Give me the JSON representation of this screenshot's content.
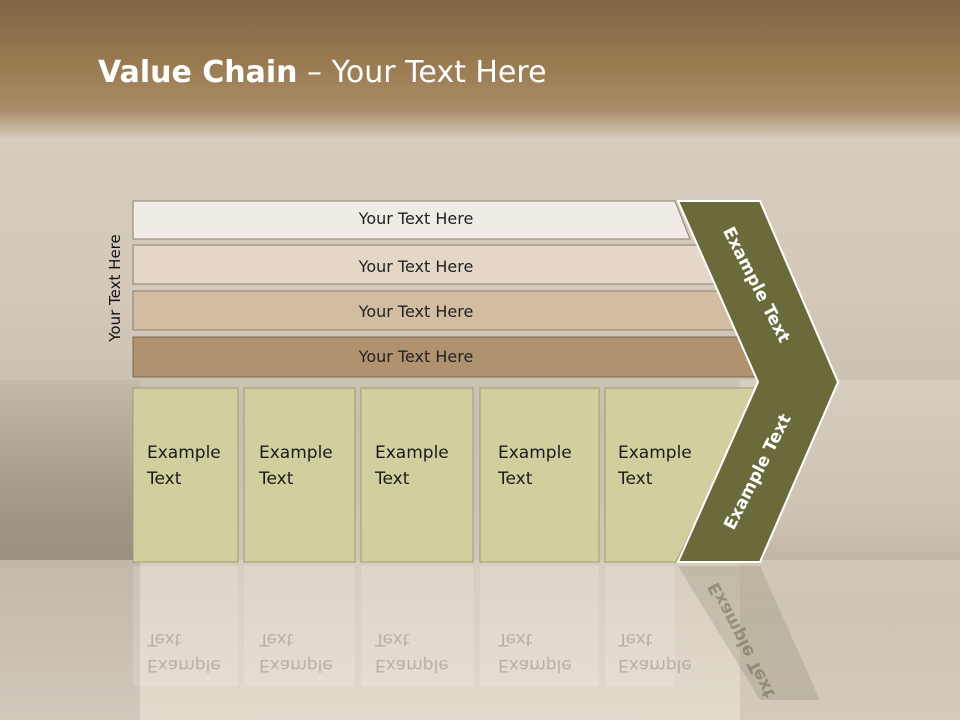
{
  "slide": {
    "title_bold": "Value Chain",
    "title_rest": " – Your Text Here",
    "side_label": "Your Text Here"
  },
  "bars": [
    {
      "label": "Your Text Here",
      "color": "#f0ebe5"
    },
    {
      "label": "Your Text Here",
      "color": "#e4d7c8"
    },
    {
      "label": "Your Text Here",
      "color": "#d2bca2"
    },
    {
      "label": "Your Text Here",
      "color": "#b0926f"
    }
  ],
  "boxes": [
    {
      "line1": "Example",
      "line2": "Text"
    },
    {
      "line1": "Example",
      "line2": "Text"
    },
    {
      "line1": "Example",
      "line2": "Text"
    },
    {
      "line1": "Example",
      "line2": "Text"
    },
    {
      "line1": "Example",
      "line2": "Text"
    }
  ],
  "chevron": {
    "top_label": "Example Text",
    "bottom_label": "Example Text",
    "color": "#6b6a3a"
  },
  "colors": {
    "box_fill": "#d0d09e",
    "box_border": "#9d9d72"
  }
}
